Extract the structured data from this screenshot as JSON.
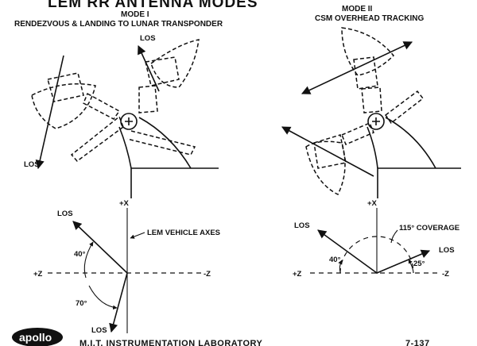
{
  "title": "LEM RR ANTENNA MODES",
  "mode1": {
    "name": "MODE I",
    "subtitle": "RENDEZVOUS & LANDING TO LUNAR TRANSPONDER",
    "los_upper": "LOS",
    "los_lower": "LOS"
  },
  "mode2": {
    "name": "MODE II",
    "subtitle": "CSM OVERHEAD TRACKING"
  },
  "axes1": {
    "plus_x": "+X",
    "plus_z": "+Z",
    "minus_z": "-Z",
    "vehicle_axes": "LEM VEHICLE AXES",
    "los_upper": "LOS",
    "los_lower": "LOS",
    "angle_upper": "40°",
    "angle_lower": "70°"
  },
  "axes2": {
    "plus_x": "+X",
    "plus_z": "+Z",
    "minus_z": "-Z",
    "coverage": "115° COVERAGE",
    "los_left": "LOS",
    "los_right": "LOS",
    "angle_left": "40°",
    "angle_right": "25°"
  },
  "footer": {
    "logo": "apollo",
    "lab": "M.I.T. INSTRUMENTATION LABORATORY",
    "figure_number": "7-137"
  }
}
